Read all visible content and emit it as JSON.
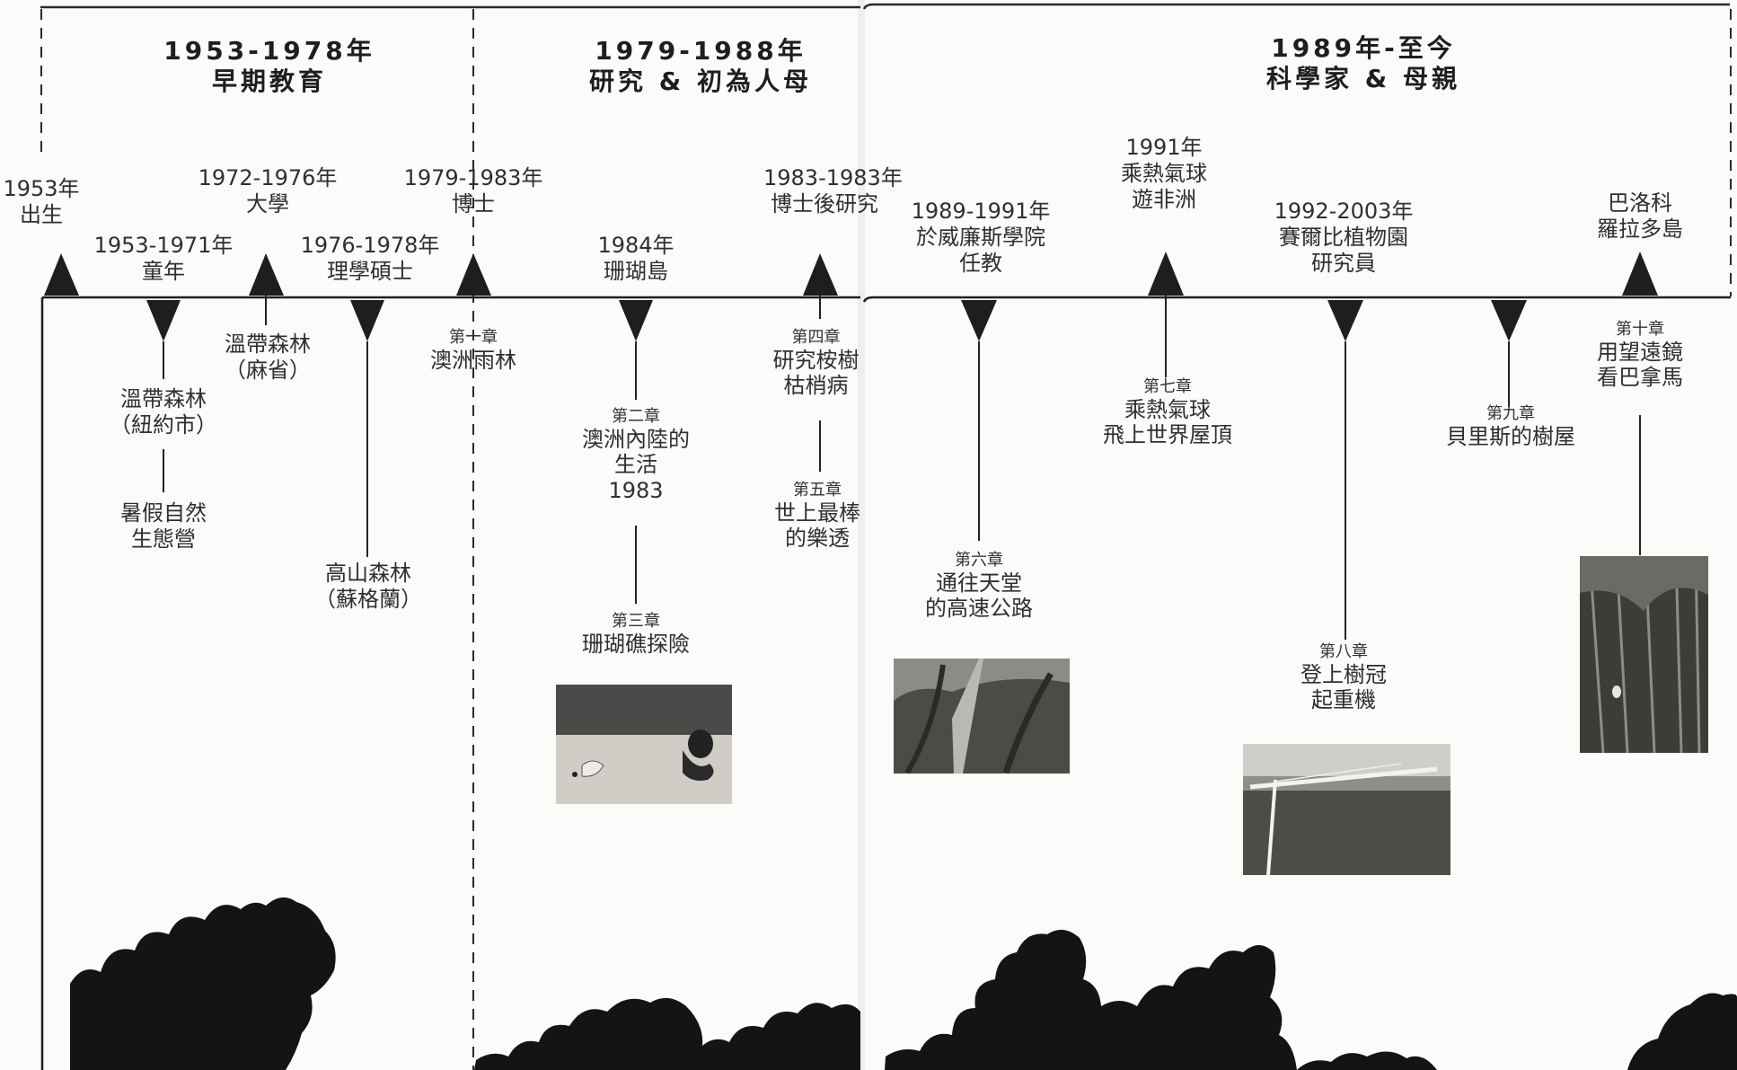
{
  "periods": [
    {
      "years": "1953-1978年",
      "title": "早期教育"
    },
    {
      "years": "1979-1988年",
      "title": "研究 & 初為人母"
    },
    {
      "years": "1989年-至今",
      "title": "科學家 & 母親"
    }
  ],
  "events": [
    {
      "date": "1953年",
      "text": [
        "出生"
      ]
    },
    {
      "date": "1953-1971年",
      "text": [
        "童年"
      ]
    },
    {
      "date": "1972-1976年",
      "text": [
        "大學"
      ]
    },
    {
      "date": "1976-1978年",
      "text": [
        "理學碩士"
      ]
    },
    {
      "date": "1979-1983年",
      "text": [
        "博士"
      ]
    },
    {
      "date": "1984年",
      "text": [
        "珊瑚島"
      ]
    },
    {
      "date": "1983-1983年",
      "text": [
        "博士後研究"
      ]
    },
    {
      "date": "1989-1991年",
      "text": [
        "於威廉斯學院",
        "任教"
      ]
    },
    {
      "date": "1991年",
      "text": [
        "乘熱氣球",
        "遊非洲"
      ]
    },
    {
      "date": "1992-2003年",
      "text": [
        "賽爾比植物園",
        "研究員"
      ]
    },
    {
      "date": "",
      "text": [
        "巴洛科",
        "羅拉多島"
      ]
    }
  ],
  "places": [
    [
      "溫帶森林",
      "（紐約市）"
    ],
    [
      "暑假自然",
      "生態營"
    ],
    [
      "溫帶森林",
      "（麻省）"
    ],
    [
      "高山森林",
      "（蘇格蘭）"
    ]
  ],
  "chapters": [
    {
      "number": "第一章",
      "title": [
        "澳洲雨林"
      ]
    },
    {
      "number": "第二章",
      "title": [
        "澳洲內陸的",
        "生活",
        "1983"
      ]
    },
    {
      "number": "第三章",
      "title": [
        "珊瑚礁探險"
      ]
    },
    {
      "number": "第四章",
      "title": [
        "研究桉樹",
        "枯梢病"
      ]
    },
    {
      "number": "第五章",
      "title": [
        "世上最棒",
        "的樂透"
      ]
    },
    {
      "number": "第六章",
      "title": [
        "通往天堂",
        "的高速公路"
      ]
    },
    {
      "number": "第七章",
      "title": [
        "乘熱氣球",
        "飛上世界屋頂"
      ]
    },
    {
      "number": "第八章",
      "title": [
        "登上樹冠",
        "起重機"
      ]
    },
    {
      "number": "第九章",
      "title": [
        "貝里斯的樹屋"
      ]
    },
    {
      "number": "第十章",
      "title": [
        "用望遠鏡",
        "看巴拿馬"
      ]
    }
  ],
  "colors": {
    "ink": "#1e1e1e",
    "paper": "#fbfbfa",
    "photo_dark": "#3a3a36"
  }
}
